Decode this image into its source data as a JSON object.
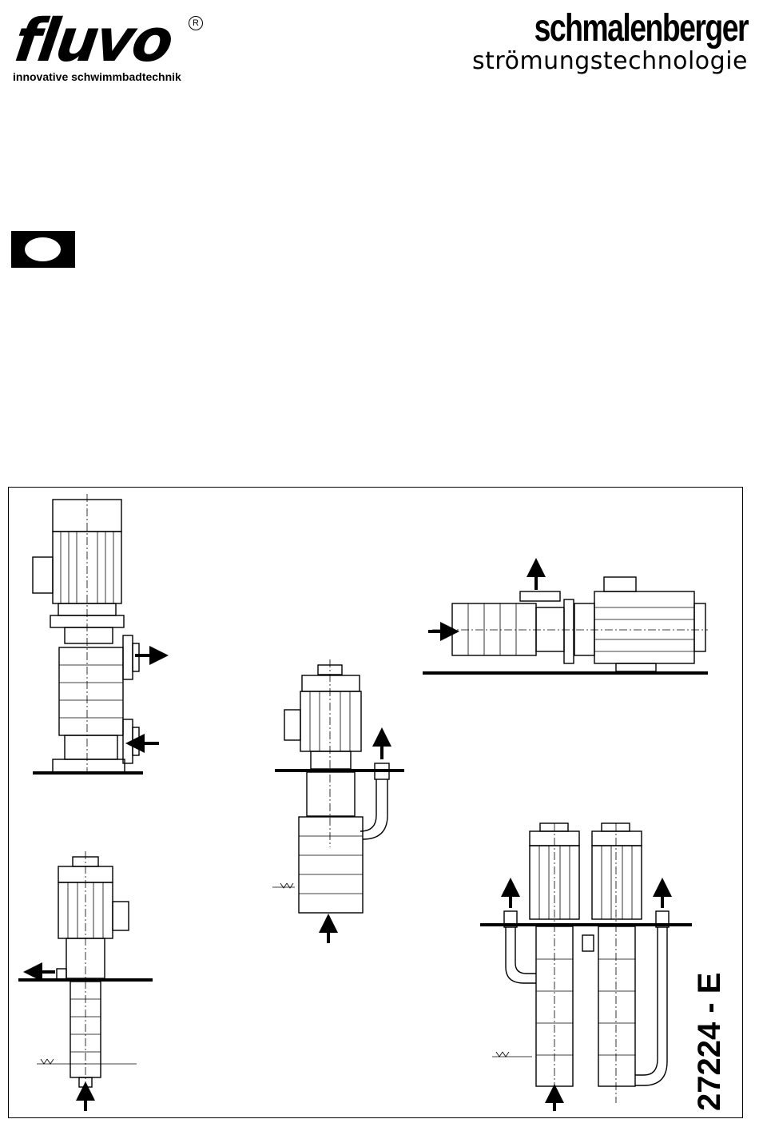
{
  "header": {
    "fluvo_logo": {
      "word": "fluvo",
      "registered": "R",
      "tagline": "innovative schwimmbadtechnik"
    },
    "schmalenberger_logo": {
      "word": "schmalenberger",
      "tagline": "strömungstechnologie"
    }
  },
  "language_badge": {
    "icon": "language-oval-icon"
  },
  "figure": {
    "drawings": [
      "vertical-inline-pump",
      "horizontal-pump-on-base",
      "tank-mounted-vertical-pump",
      "immersion-pump",
      "twin-immersion-pumps"
    ]
  },
  "document_number": "27224 - E"
}
